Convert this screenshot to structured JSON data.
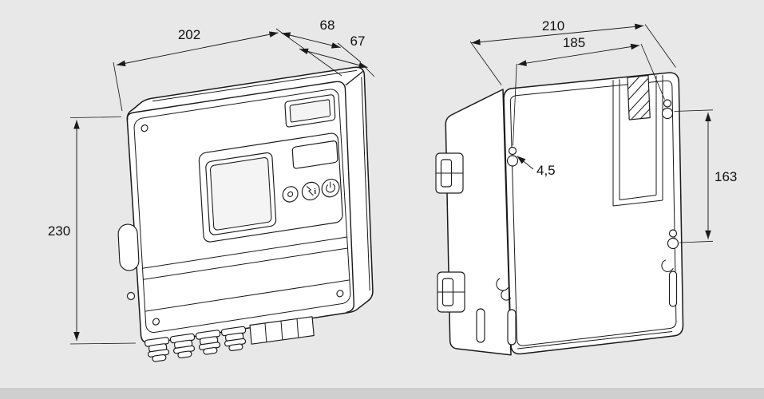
{
  "colors": {
    "background": "#e8e8e8",
    "line": "#1a1a1a",
    "footer_strip": "#cfcfcf"
  },
  "front_view": {
    "dims": {
      "width": "202",
      "depth_body": "68",
      "depth_front": "67",
      "height": "230"
    },
    "panel_icons": {
      "info_glyph": "i"
    }
  },
  "back_view": {
    "dims": {
      "width": "210",
      "hole_spacing_horizontal": "185",
      "hole_diameter": "4,5",
      "hole_spacing_vertical": "163"
    }
  }
}
